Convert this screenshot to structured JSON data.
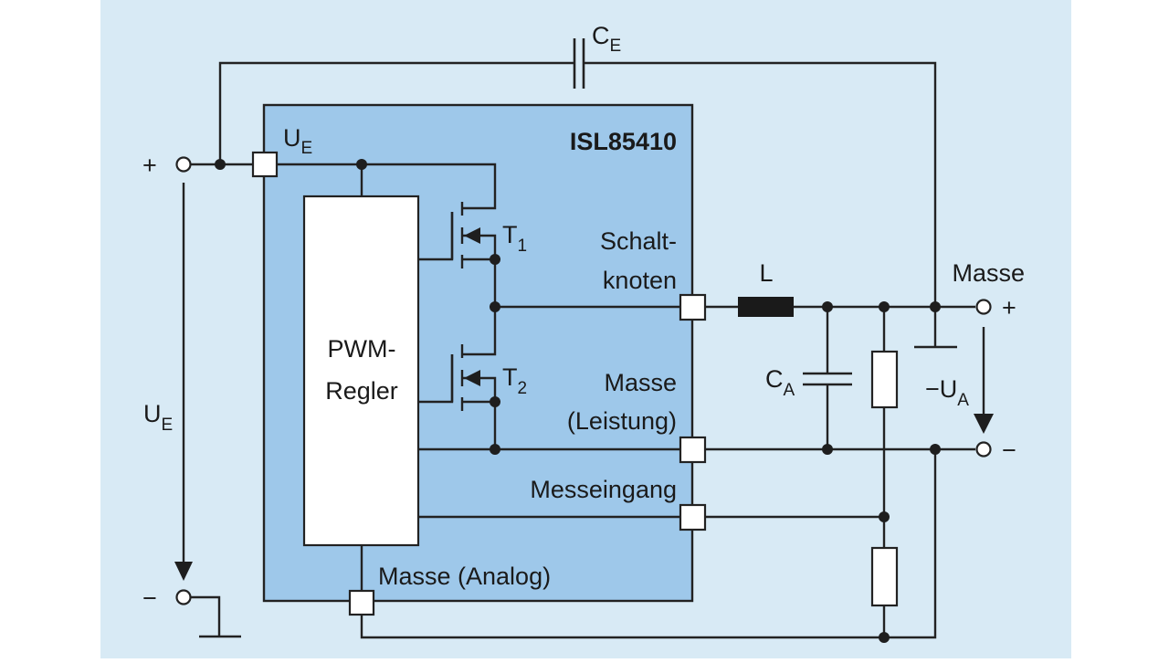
{
  "diagram": {
    "type": "circuit-schematic",
    "colors": {
      "panel_background": "#d8eaf5",
      "ic_fill": "#9ec8ea",
      "block_fill": "#ffffff",
      "wire": "#222222"
    },
    "ic": {
      "name": "ISL85410",
      "input_pin_label": "U",
      "input_pin_sub": "E"
    },
    "pwm_block": {
      "line1": "PWM-",
      "line2": "Regler"
    },
    "transistors": [
      {
        "label": "T",
        "sub": "1"
      },
      {
        "label": "T",
        "sub": "2"
      }
    ],
    "pins": {
      "switch_node_line1": "Schalt-",
      "switch_node_line2": "knoten",
      "power_ground_line1": "Masse",
      "power_ground_line2": "(Leistung)",
      "sense_input": "Messeingang",
      "analog_ground": "Masse (Analog)"
    },
    "components": {
      "input_capacitor": {
        "label": "C",
        "sub": "E"
      },
      "inductor": {
        "label": "L"
      },
      "output_capacitor": {
        "label": "C",
        "sub": "A"
      }
    },
    "input": {
      "plus": "+",
      "minus": "−",
      "voltage_label": "U",
      "voltage_sub": "E"
    },
    "output": {
      "ground_label": "Masse",
      "plus": "+",
      "minus": "−",
      "voltage_label": "−U",
      "voltage_sub": "A"
    }
  }
}
